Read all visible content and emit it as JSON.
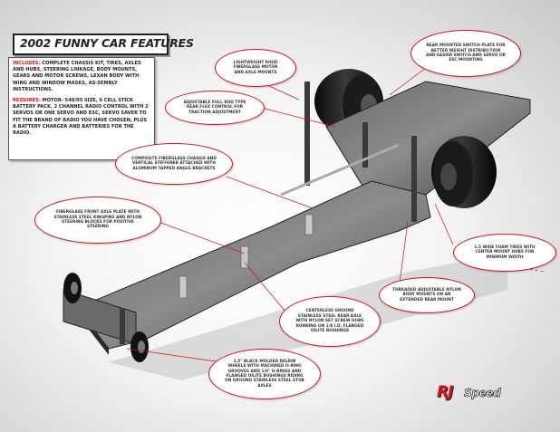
{
  "title": "2002 FUNNY CAR FEATURES",
  "specs": {
    "includes_label": "INCLUDES:",
    "includes_text": " COMPLETE CHASSIS KIT, TIRES, AXLES AND HUBS, STEERING LINKAGE, BODY MOUNTS, GEARS AND MOTOR SCREWS, LEXAN BODY WITH WING AND WINDOW MASKS, AS-SEMBLY INSTRUCTIONS.",
    "requires_label": "REQUIRES:",
    "requires_text": " MOTOR- 540/05 SIZE, 6 CELL STICK BATTERY PACK, 2 CHANNEL RADIO CONTROL WITH 2 SERVOS OR ONE SERVO AND ESC, SERVO SAVER TO FIT THE BRAND OF RADIO YOU HAVE CHOSEN, PLUS A BATTERY CHARGER AND BATTERIES FOR THE RADIO."
  },
  "callouts": {
    "rear_switch_plate": "REAR MOUNTED SWITCH PLATE FOR BETTER WEIGHT DISTRIBU-TION AND EASIER SWITCH AND SERVO OR ESC MOUNTING",
    "motor_mount": "LIGHTWEIGHT RIGID FIBERGLASS MOTOR AND AXLE MOUNTS",
    "flex_control": "ADJUSTABLE FULL ROD TYPE REAR FLEX CONTROL FOR TRACTION ADJUSTMENT",
    "composite_chassis": "COMPOSITE FIBERGLASS CHASSIS AND VERTICAL STIFFENER ATTACHED WITH ALUMINUM TAPPED ANGLE BRACKETS",
    "front_axle_plate": "FIBERGLASS FRONT AXLE PLATE WITH STAINLESS STEEL KINGPINS AND NYLON STEERING BLOCKS FOR POSITIVE STEERING",
    "foam_tires": "1.5 WIDE FOAM TIRES WITH CENTER MOUNT HUBS FOR MINIMUM WIDTH",
    "adjustable_body_mounts": "THREADED ADJUSTABLE NYLON BODY MOUNTS ON AN EXTENDED REAR MOUNT",
    "rear_axle": "CENTERLESS GROUND STAINLESS STEEL REAR AXLE WITH NYLON SET SCREW HUBS RUNNING ON 1/8 I.D. FLANGED OILITE BUSHINGS",
    "front_wheels": "1.5\" BLACK MOLDED DELRIN WHEELS WITH MACHINED O-RING GROOVES AND 1/8\" O-RINGS AND FLANGED OILITE BUSHINGS RIDING ON GROUND STAINLESS STEEL STUB AXLES"
  },
  "logo": {
    "rj": "RJ",
    "speed": "Speed"
  },
  "colors": {
    "accent": "#d01414",
    "chassis": "#3a3a3a"
  }
}
